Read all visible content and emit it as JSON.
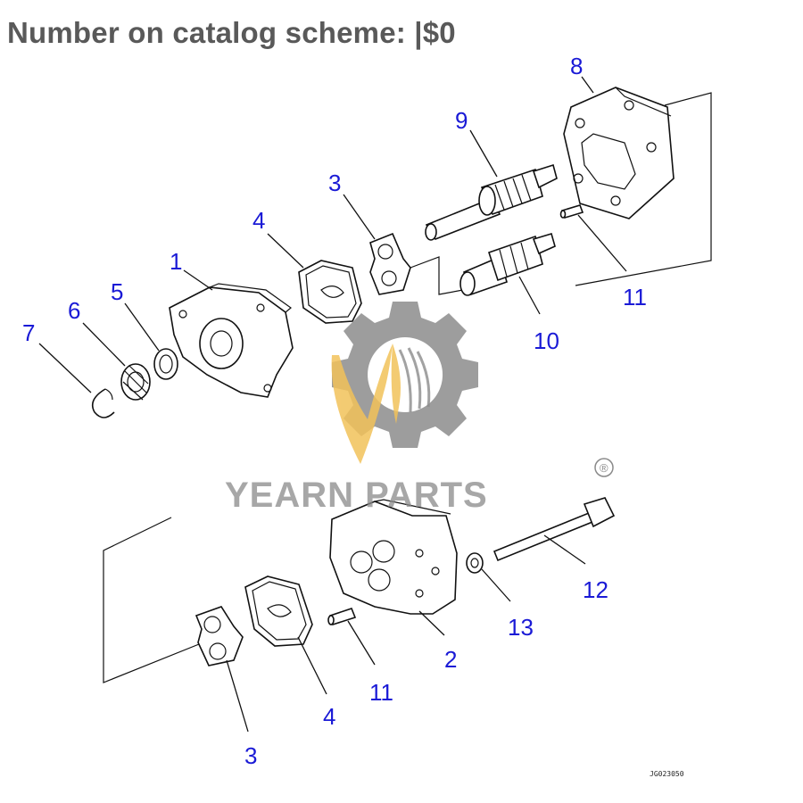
{
  "header": {
    "title": "Number on catalog scheme: |$0"
  },
  "diagram": {
    "callouts": [
      "8",
      "9",
      "3",
      "4",
      "1",
      "5",
      "6",
      "7",
      "11",
      "10",
      "12",
      "13",
      "2",
      "11",
      "4",
      "3"
    ],
    "reference_code": "JG023050"
  },
  "watermark": {
    "brand": "YEARN PARTS",
    "registered_mark": "®",
    "logo_colors": {
      "gear": "#8c8c8c",
      "flame": "#f2c25a"
    }
  }
}
